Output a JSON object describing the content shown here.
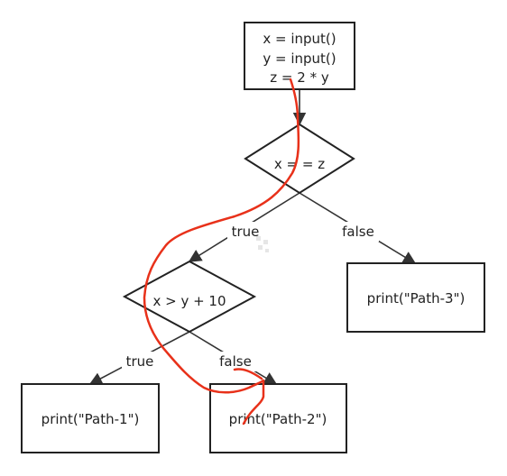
{
  "start_node": {
    "lines": [
      "x = input()",
      "y = input()",
      "z = 2 * y"
    ]
  },
  "decision_1": {
    "text": "x = = z"
  },
  "decision_2": {
    "text": "x > y + 10"
  },
  "edge_labels": {
    "d1_true": "true",
    "d1_false": "false",
    "d2_true": "true",
    "d2_false": "false"
  },
  "outputs": {
    "path_1": "print(\"Path-1\")",
    "path_2": "print(\"Path-2\")",
    "path_3": "print(\"Path-3\")"
  },
  "colors": {
    "stroke": "#222222",
    "highlight_path": "#e8311a"
  }
}
